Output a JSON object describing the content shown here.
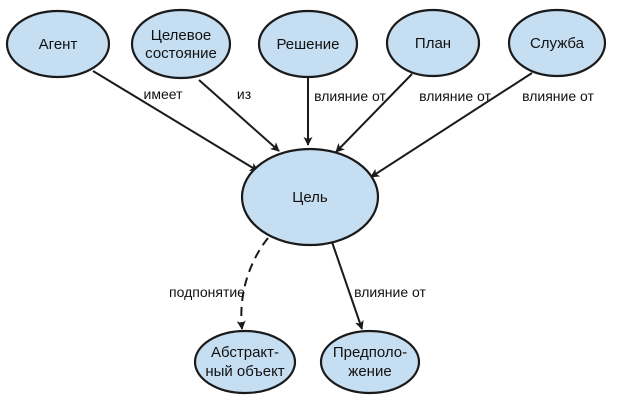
{
  "nodes": {
    "agent": [
      "Агент"
    ],
    "target_state": [
      "Целевое",
      "состояние"
    ],
    "decision": [
      "Решение"
    ],
    "plan": [
      "План"
    ],
    "service": [
      "Служба"
    ],
    "goal": [
      "Цель"
    ],
    "abstract_object": [
      "Абстракт-",
      "ный объект"
    ],
    "assumption": [
      "Предполо-",
      "жение"
    ]
  },
  "edges": {
    "agent_goal": "имеет",
    "target_state_goal": "из",
    "decision_goal": "влияние от",
    "plan_goal": "влияние от",
    "service_goal": "влияние от",
    "goal_abstract": "подпонятие",
    "goal_assumption": "влияние от"
  }
}
